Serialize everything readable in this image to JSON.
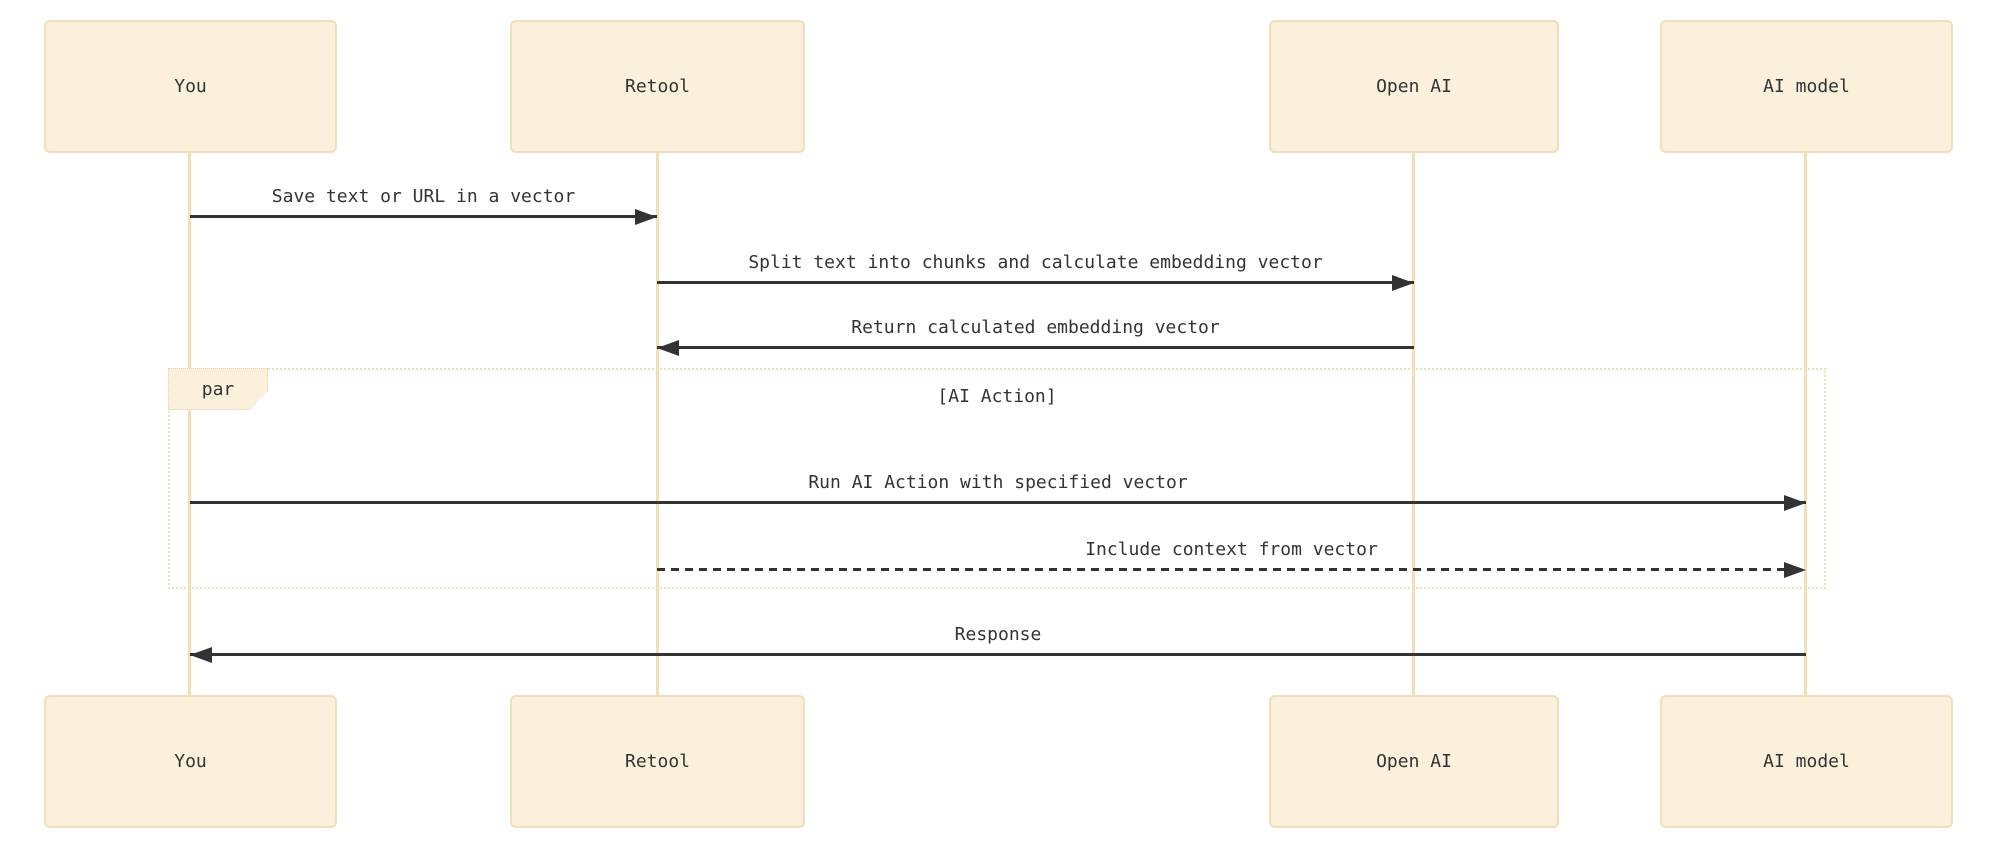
{
  "diagram_type": "sequence-diagram",
  "participants": [
    {
      "label": "You"
    },
    {
      "label": "Retool"
    },
    {
      "label": "Open AI"
    },
    {
      "label": "AI model"
    }
  ],
  "messages": [
    {
      "from": "You",
      "to": "Retool",
      "label": "Save text or URL in a vector",
      "line": "solid",
      "direction": "right"
    },
    {
      "from": "Retool",
      "to": "Open AI",
      "label": "Split text into chunks and calculate embedding vector",
      "line": "solid",
      "direction": "right"
    },
    {
      "from": "Open AI",
      "to": "Retool",
      "label": "Return calculated embedding vector",
      "line": "solid",
      "direction": "left"
    },
    {
      "from": "You",
      "to": "AI model",
      "label": "Run AI Action with specified vector",
      "line": "solid",
      "direction": "right"
    },
    {
      "from": "Retool",
      "to": "AI model",
      "label": "Include context from vector",
      "line": "dashed",
      "direction": "right"
    },
    {
      "from": "AI model",
      "to": "You",
      "label": "Response",
      "line": "solid",
      "direction": "left"
    }
  ],
  "par_block": {
    "label": "par",
    "condition": "[AI Action]"
  },
  "colors": {
    "actor_fill": "#faf0db",
    "actor_border": "#efe0b9",
    "lifeline": "#efe0b9",
    "frame_border": "#eee0bb",
    "arrow": "#333333",
    "text": "#333333",
    "background": "#ffffff"
  }
}
